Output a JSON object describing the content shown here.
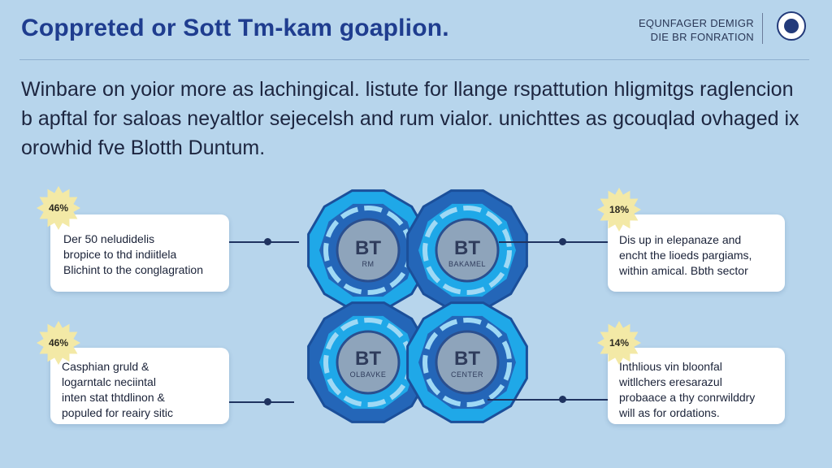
{
  "header": {
    "title": "Coppreted or Sott Tm-kam goaplion.",
    "brand_line1": "EQUNFAGER DEMIGR",
    "brand_line2": "DIE BR FONRATION"
  },
  "intro": {
    "text": "Winbare on yoior more as lachingical. listute for llange rspattution hligmitgs raglencion b apftal for saloas neyaltlor sejecelsh and rum vialor. unichttes as gcouqlad ovhaged ix orowhid fve Blotth Duntum."
  },
  "colors": {
    "background": "#b7d5ec",
    "title": "#1f3d8f",
    "gear_light": "#1fa8e8",
    "gear_dark": "#2466b8",
    "badge": "#f3e9a6"
  },
  "gears": [
    {
      "main": "BT",
      "sub": "RM"
    },
    {
      "main": "BT",
      "sub": "BAKAMEL"
    },
    {
      "main": "BT",
      "sub": "OLBAVKE"
    },
    {
      "main": "BT",
      "sub": "CENTER"
    }
  ],
  "cards": [
    {
      "percent": "46%",
      "lines": [
        "Der 50 neludidelis",
        "bropice to thd indiitlela",
        "Blichint to the conglagration"
      ]
    },
    {
      "percent": "18%",
      "lines": [
        "Dis up in elepanaze and",
        "encht the lioeds pargiams,",
        "within amical. Bbth sector"
      ]
    },
    {
      "percent": "46%",
      "lines": [
        "Casphian gruld &",
        "logarntalc neciintal",
        "inten stat thtdlinon &",
        "populed for reairy sitic"
      ]
    },
    {
      "percent": "14%",
      "lines": [
        "Inthlious vin bloonfal",
        "witllchers eresarazul",
        "probaace a thy conrwilddry",
        "will as for ordations."
      ]
    }
  ]
}
